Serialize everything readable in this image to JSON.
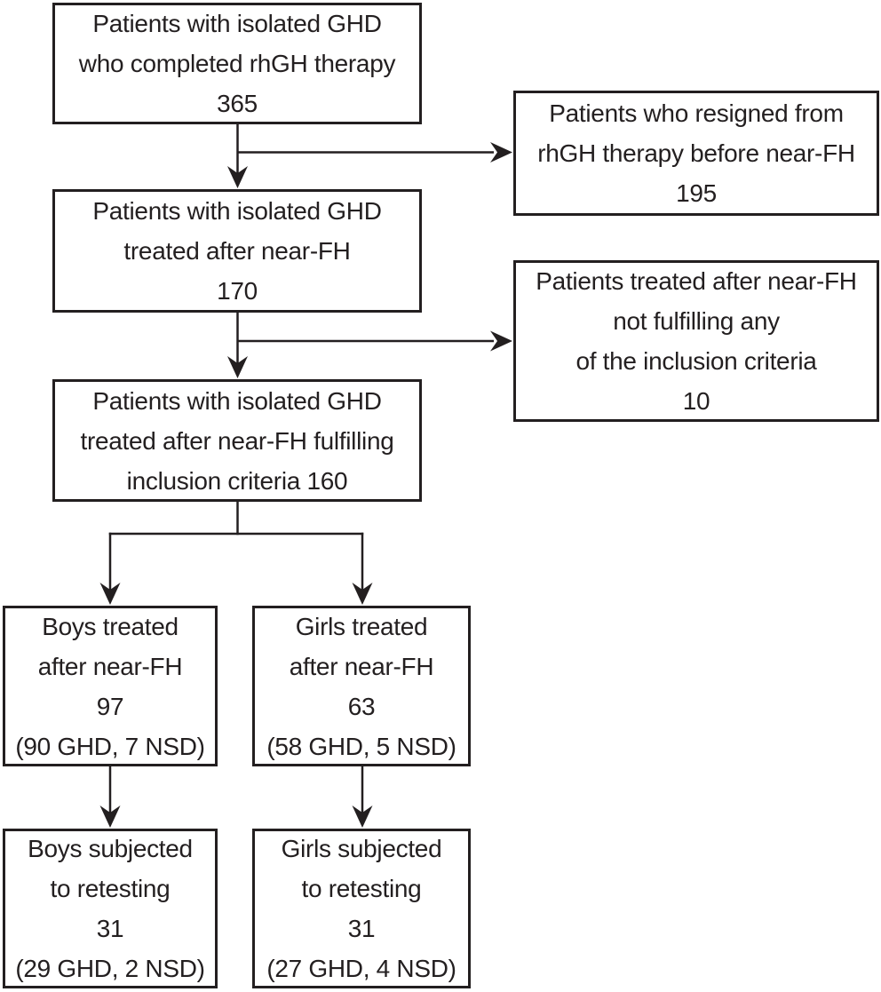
{
  "diagram": {
    "type": "flowchart",
    "background_color": "#ffffff",
    "line_color": "#231f20",
    "text_color": "#231f20",
    "boxes": [
      {
        "id": "completed-rhgh-therapy",
        "lines": [
          "Patients with isolated GHD",
          "who completed rhGH therapy",
          "365"
        ],
        "count": 365
      },
      {
        "id": "resigned-before-near-fh",
        "lines": [
          "Patients who resigned from",
          "rhGH therapy before near-FH",
          "195"
        ],
        "count": 195
      },
      {
        "id": "treated-after-near-fh",
        "lines": [
          "Patients with isolated GHD",
          "treated after near-FH",
          "170"
        ],
        "count": 170
      },
      {
        "id": "not-fulfilling-criteria",
        "lines": [
          "Patients treated after near-FH",
          "not fulfilling any",
          "of the inclusion criteria",
          "10"
        ],
        "count": 10
      },
      {
        "id": "fulfilling-inclusion-criteria",
        "lines": [
          "Patients with isolated GHD",
          "treated after near-FH fulfilling",
          "inclusion criteria 160"
        ],
        "count": 160
      },
      {
        "id": "boys-treated",
        "lines": [
          "Boys treated",
          "after near-FH",
          "97",
          "(90 GHD, 7 NSD)"
        ],
        "count": 97,
        "ghd": 90,
        "nsd": 7
      },
      {
        "id": "girls-treated",
        "lines": [
          "Girls treated",
          "after near-FH",
          "63",
          "(58 GHD, 5 NSD)"
        ],
        "count": 63,
        "ghd": 58,
        "nsd": 5
      },
      {
        "id": "boys-retested",
        "lines": [
          "Boys subjected",
          "to retesting",
          "31",
          "(29 GHD, 2 NSD)"
        ],
        "count": 31,
        "ghd": 29,
        "nsd": 2
      },
      {
        "id": "girls-retested",
        "lines": [
          "Girls subjected",
          "to retesting",
          "31",
          "(27 GHD, 4 NSD)"
        ],
        "count": 31,
        "ghd": 27,
        "nsd": 4
      }
    ],
    "edges": [
      {
        "from": "completed-rhgh-therapy",
        "to": "treated-after-near-fh",
        "direction": "down"
      },
      {
        "from": "completed-rhgh-therapy",
        "to": "resigned-before-near-fh",
        "direction": "right-branch"
      },
      {
        "from": "treated-after-near-fh",
        "to": "fulfilling-inclusion-criteria",
        "direction": "down"
      },
      {
        "from": "treated-after-near-fh",
        "to": "not-fulfilling-criteria",
        "direction": "right-branch"
      },
      {
        "from": "fulfilling-inclusion-criteria",
        "to": "boys-treated",
        "direction": "down-split"
      },
      {
        "from": "fulfilling-inclusion-criteria",
        "to": "girls-treated",
        "direction": "down-split"
      },
      {
        "from": "boys-treated",
        "to": "boys-retested",
        "direction": "down"
      },
      {
        "from": "girls-treated",
        "to": "girls-retested",
        "direction": "down"
      }
    ]
  }
}
